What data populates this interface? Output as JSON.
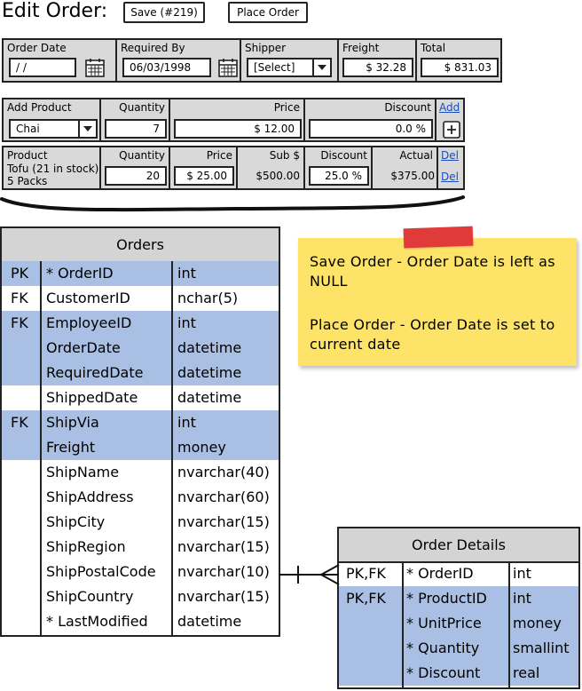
{
  "header": {
    "title": "Edit Order:",
    "save_button": "Save (#219)",
    "place_button": "Place Order"
  },
  "order_panel": {
    "order_date": {
      "label": "Order Date",
      "value": " /  /"
    },
    "required_by": {
      "label": "Required By",
      "value": "06/03/1998"
    },
    "shipper": {
      "label": "Shipper",
      "value": "[Select]"
    },
    "freight": {
      "label": "Freight",
      "value": "$ 32.28"
    },
    "total": {
      "label": "Total",
      "value": "$ 831.03"
    }
  },
  "add_product": {
    "product": {
      "label": "Add Product",
      "value": "Chai"
    },
    "quantity": {
      "label": "Quantity",
      "value": "7"
    },
    "price": {
      "label": "Price",
      "value": "$ 12.00"
    },
    "discount": {
      "label": "Discount",
      "value": "0.0 %"
    },
    "add_link": "Add"
  },
  "line_item": {
    "product": {
      "label": "Product",
      "name": "Tofu (21 in stock)",
      "packs": "5 Packs"
    },
    "quantity": {
      "label": "Quantity",
      "value": "20"
    },
    "price": {
      "label": "Price",
      "value": "$ 25.00"
    },
    "subtotal": {
      "label": "Sub $",
      "value": "$500.00"
    },
    "discount": {
      "label": "Discount",
      "value": "25.0 %"
    },
    "actual": {
      "label": "Actual",
      "value": "$375.00"
    },
    "del_header": "Del",
    "del_link": "Del"
  },
  "orders_table": {
    "title": "Orders",
    "rows": [
      {
        "key": "PK",
        "name": "* OrderID",
        "type": "int",
        "hl": true
      },
      {
        "key": "FK",
        "name": "CustomerID",
        "type": "nchar(5)",
        "hl": false
      },
      {
        "key": "FK",
        "name": "EmployeeID",
        "type": "int",
        "hl": true
      },
      {
        "key": "",
        "name": "OrderDate",
        "type": "datetime",
        "hl": true
      },
      {
        "key": "",
        "name": "RequiredDate",
        "type": "datetime",
        "hl": true
      },
      {
        "key": "",
        "name": "ShippedDate",
        "type": "datetime",
        "hl": false
      },
      {
        "key": "FK",
        "name": "ShipVia",
        "type": "int",
        "hl": true
      },
      {
        "key": "",
        "name": "Freight",
        "type": "money",
        "hl": true
      },
      {
        "key": "",
        "name": "ShipName",
        "type": "nvarchar(40)",
        "hl": false
      },
      {
        "key": "",
        "name": "ShipAddress",
        "type": "nvarchar(60)",
        "hl": false
      },
      {
        "key": "",
        "name": "ShipCity",
        "type": "nvarchar(15)",
        "hl": false
      },
      {
        "key": "",
        "name": "ShipRegion",
        "type": "nvarchar(15)",
        "hl": false
      },
      {
        "key": "",
        "name": "ShipPostalCode",
        "type": "nvarchar(10)",
        "hl": false
      },
      {
        "key": "",
        "name": "ShipCountry",
        "type": "nvarchar(15)",
        "hl": false
      },
      {
        "key": "",
        "name": "* LastModified",
        "type": "datetime",
        "hl": false
      }
    ]
  },
  "details_table": {
    "title": "Order Details",
    "rows": [
      {
        "key": "PK,FK",
        "name": "* OrderID",
        "type": "int",
        "hl": false
      },
      {
        "key": "PK,FK",
        "name": "* ProductID",
        "type": "int",
        "hl": true
      },
      {
        "key": "",
        "name": "* UnitPrice",
        "type": "money",
        "hl": true
      },
      {
        "key": "",
        "name": "* Quantity",
        "type": "smallint",
        "hl": true
      },
      {
        "key": "",
        "name": "* Discount",
        "type": "real",
        "hl": true
      }
    ]
  },
  "note": {
    "line1": "Save Order - Order Date is left as NULL",
    "line2": "Place Order - Order Date is set to current date"
  },
  "colors": {
    "highlight": "#a9c0e4",
    "header_gray": "#d4d4d4",
    "note_yellow": "#fde468",
    "tape_red": "#e03a3a",
    "link_blue": "#1a4fb5"
  }
}
